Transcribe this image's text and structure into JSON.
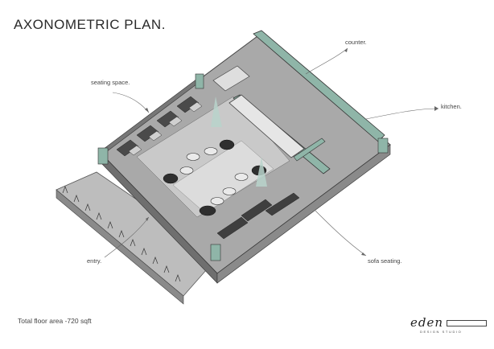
{
  "title": "AXONOMETRIC PLAN.",
  "labels": {
    "seating": "seating space.",
    "counter": "counter.",
    "kitchen": "kitchen.",
    "entry": "entry.",
    "sofa": "sofa seating."
  },
  "floor_area": "Total floor area -720 sqft",
  "logo": {
    "wordmark": "eden",
    "subtitle": "DESIGN STUDIO"
  },
  "colors": {
    "wall_teal": "#8fb5a8",
    "floor_grey": "#a9a9a9",
    "floor_light": "#c9c9c9",
    "pendant": "#b9d4cb"
  }
}
